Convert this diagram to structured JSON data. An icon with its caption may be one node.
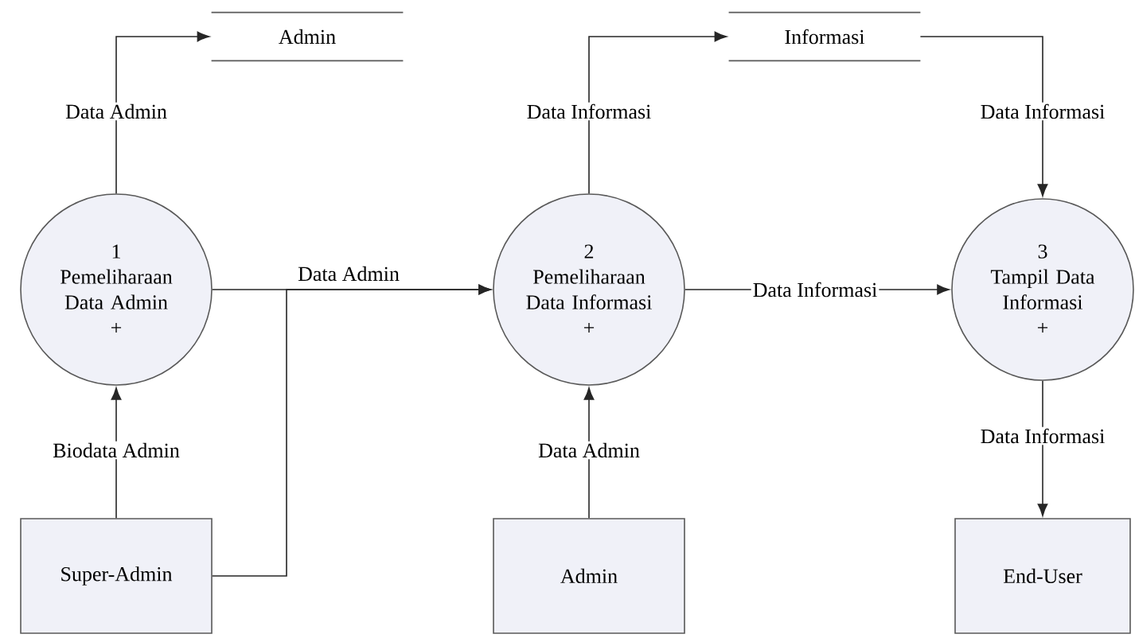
{
  "diagram": {
    "nodes": [
      {
        "text": [
          "Admin"
        ]
      },
      {
        "text": [
          "Informasi"
        ]
      },
      {
        "text": [
          "1",
          "Pemeliharaan Data Admin",
          "+"
        ]
      },
      {
        "text": [
          "2",
          "Pemeliharaan Data Informasi",
          "+"
        ]
      },
      {
        "text": [
          "3",
          "Tampil Data Informasi",
          "+"
        ]
      },
      {
        "text": [
          "Super-Admin"
        ]
      },
      {
        "text": [
          "Admin"
        ]
      },
      {
        "text": [
          "End-User"
        ]
      }
    ],
    "edges": [
      {
        "from": 2,
        "to": 0,
        "arrow": "to",
        "label": "Data Admin"
      },
      {
        "from": 5,
        "to": 2,
        "arrow": "to",
        "label": "Biodata Admin"
      },
      {
        "from": 2,
        "to": 3,
        "arrow": "to",
        "label": "Data Admin"
      },
      {
        "from": 5,
        "to": 3,
        "arrow": "to"
      },
      {
        "from": 3,
        "to": 1,
        "arrow": "to",
        "label": "Data Informasi"
      },
      {
        "from": 6,
        "to": 3,
        "arrow": "to",
        "label": "Data Admin"
      },
      {
        "from": 3,
        "to": 4,
        "arrow": "to",
        "label": "Data Informasi"
      },
      {
        "from": 1,
        "to": 4,
        "arrow": "to",
        "label": "Data Informasi"
      },
      {
        "from": 4,
        "to": 7,
        "arrow": "to",
        "label": "Data Informasi"
      }
    ]
  }
}
